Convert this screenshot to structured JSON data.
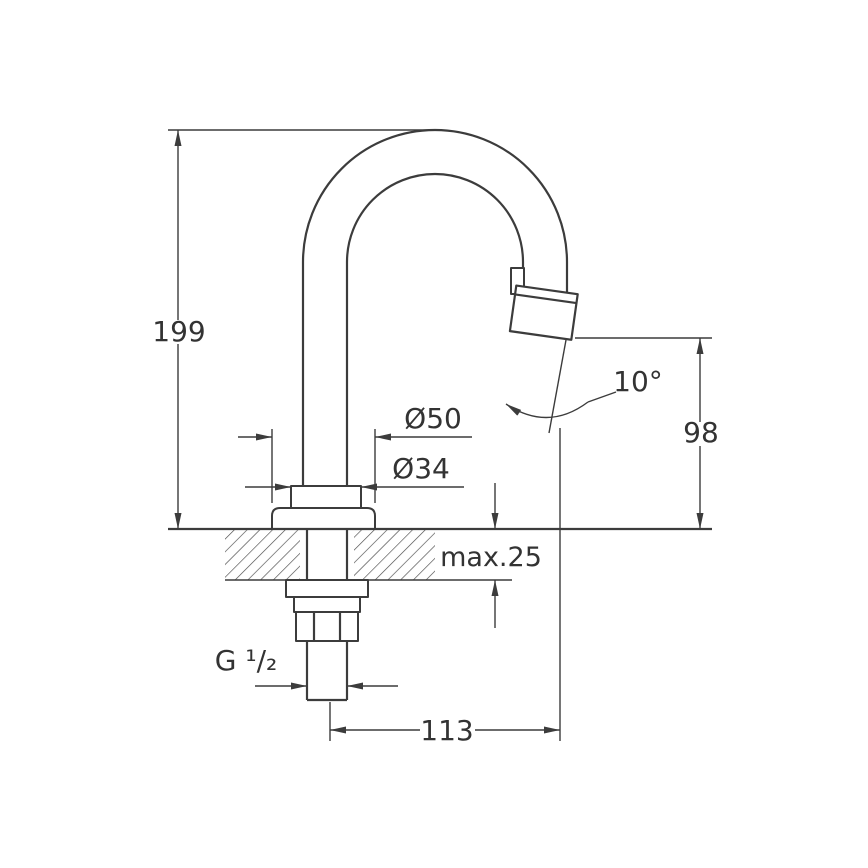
{
  "diagram": {
    "type": "technical-drawing-faucet-spout",
    "background": "#ffffff",
    "line_color": "#3c3c3c",
    "text_color": "#333333",
    "dimensions": {
      "overall_height": "199",
      "outlet_height": "98",
      "outlet_angle": "10°",
      "flange_diameter": "Ø50",
      "body_diameter": "Ø34",
      "max_deck_thickness": "max.25",
      "thread_size": "G ¹/₂",
      "projection": "113"
    }
  }
}
